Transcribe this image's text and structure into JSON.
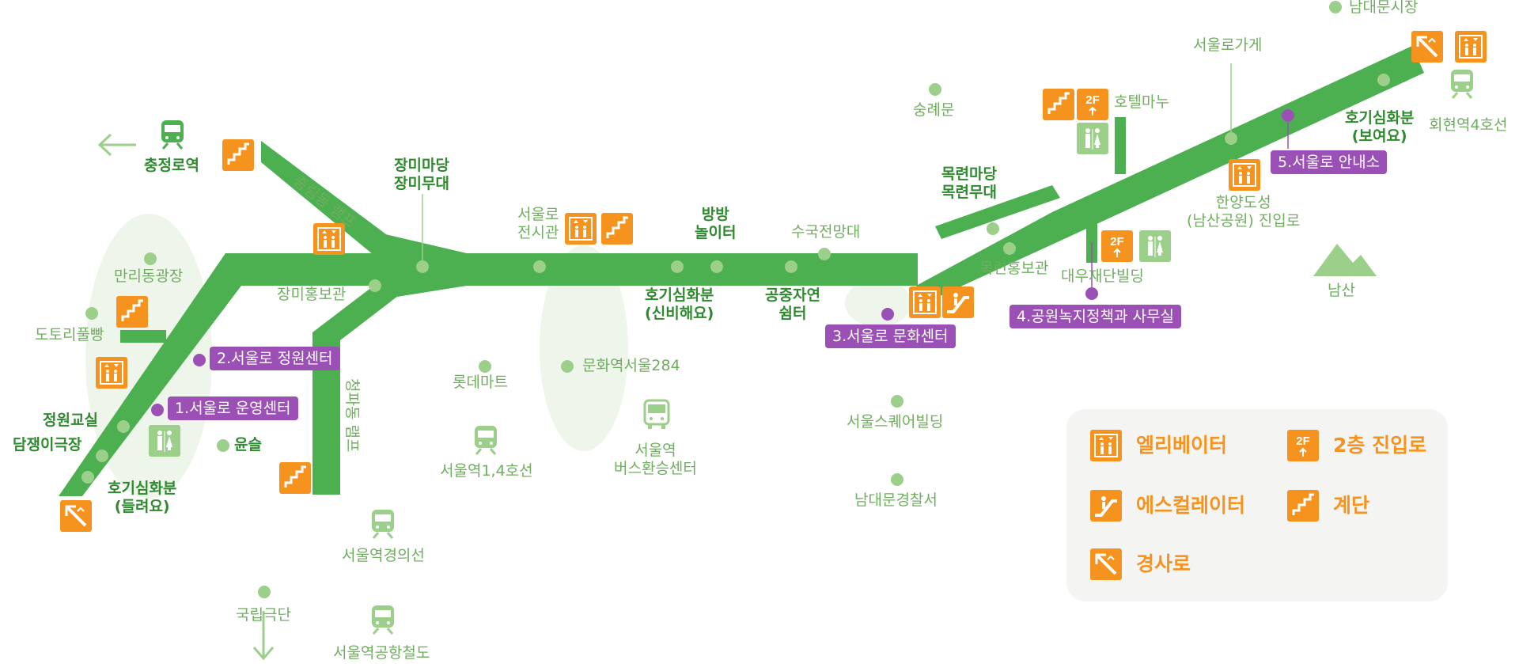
{
  "colors": {
    "route": "#4caf50",
    "label_light": "#6fae5e",
    "label_dark": "#2f8a2f",
    "facility_orange": "#f6931e",
    "center_purple": "#9b50b6",
    "legend_bg": "#f4f5f2"
  },
  "places": {
    "namdaemun_market": "남대문시장",
    "seoullo_shop": "서울로가게",
    "hotel": "호텔마누",
    "sungnyemun": "숭례문",
    "hoehyeon": "회현역4호선",
    "chungjeongno": "충정로역",
    "jungnim_ramp": "중림동 램프",
    "jangmi_stage_1": "장미마당",
    "jangmi_stage_2": "장미무대",
    "seoullo_exhibit_1": "서울로",
    "seoullo_exhibit_2": "전시관",
    "bangbang_1": "방방",
    "bangbang_2": "놀이터",
    "suguk_obs": "수국전망대",
    "mokryeon_stage_1": "목련마당",
    "mokryeon_stage_2": "목련무대",
    "mokryeon_pr": "목련홍보관",
    "daewoo": "대우재단빌딩",
    "hanyang_1": "한양도성",
    "hanyang_2": "(남산공원) 진입로",
    "namsan": "남산",
    "mallidong": "만리동광장",
    "jangmi_pr": "장미홍보관",
    "dotori": "도토리풀빵",
    "hogi_shin_1": "호기심화분",
    "hogi_shin_2": "(신비해요)",
    "aerial_1": "공중자연",
    "aerial_2": "쉼터",
    "lotte": "롯데마트",
    "culture_station": "문화역서울284",
    "cheongpa_ramp": "청파동 램프",
    "jeongwon_class": "정원교실",
    "damjaeng": "담쟁이극장",
    "yunseul": "윤슬",
    "hogi_deul_1": "호기심화분",
    "hogi_deul_2": "(들려요)",
    "seoul_line14": "서울역1,4호선",
    "bus_1": "서울역",
    "bus_2": "버스환승센터",
    "square_bldg": "서울스퀘어빌딩",
    "namdaemun_police": "남대문경찰서",
    "gyeongui": "서울역경의선",
    "national_theater": "국립극단",
    "airport_rail": "서울역공항철도",
    "hogi_bo_1": "호기심화분",
    "hogi_bo_2": "(보여요)"
  },
  "centers": [
    "1.서울로 운영센터",
    "2.서울로 정원센터",
    "3.서울로 문화센터",
    "4.공원녹지정책과 사무실",
    "5.서울로 안내소"
  ],
  "icons": {
    "elevator": "elevator-icon",
    "escalator": "escalator-icon",
    "stairs": "stairs-icon",
    "ramp": "ramp-icon",
    "second_floor": "2f-entrance-icon",
    "restroom": "restroom-icon",
    "train": "train-icon",
    "bus": "bus-icon",
    "second_floor_text": "2F"
  },
  "legend": {
    "elevator": "엘리베이터",
    "second_floor": "2층 진입로",
    "escalator": "에스컬레이터",
    "stairs": "계단",
    "ramp": "경사로"
  }
}
